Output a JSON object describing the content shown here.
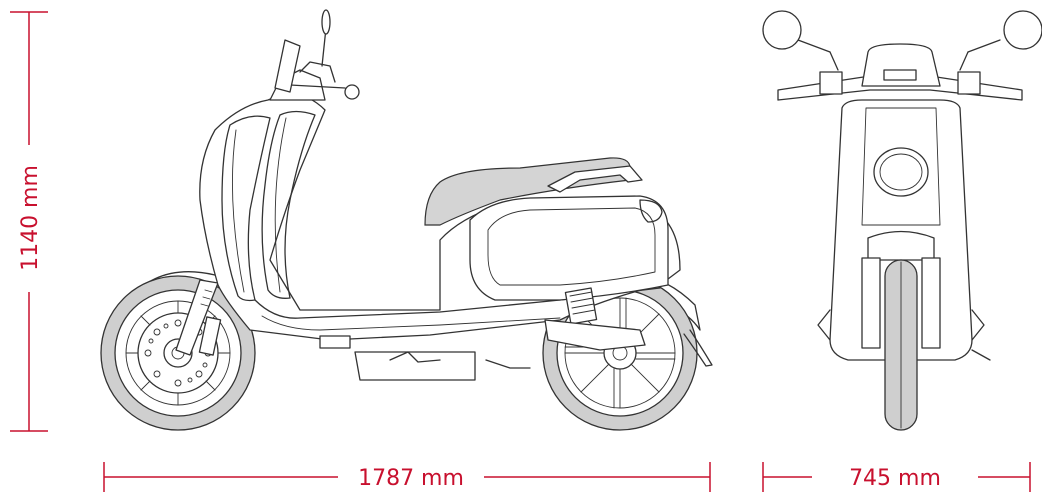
{
  "dimensions": {
    "height_label": "1140 mm",
    "length_label": "1787 mm",
    "width_label": "745 mm"
  },
  "colors": {
    "dimension_accent": "#c8102e",
    "line_art": "#333333",
    "seat_tire_fill": "#d4d4d4"
  },
  "views": [
    "side-view",
    "front-view"
  ]
}
